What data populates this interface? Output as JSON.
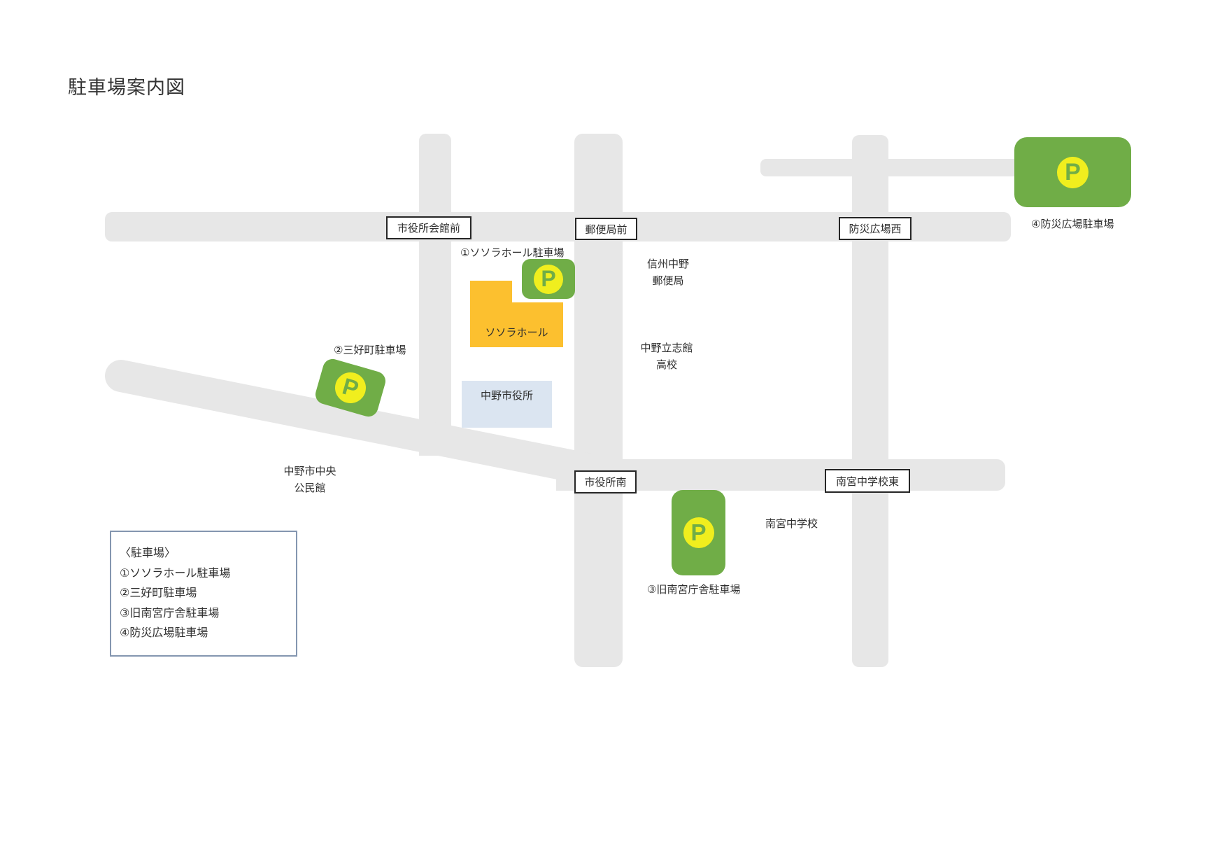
{
  "title": "駐車場案内図",
  "map": {
    "marker_letter": "P",
    "intersections": {
      "shiyakusho_kaikan_mae": "市役所会館前",
      "yubinkyoku_mae": "郵便局前",
      "bosai_hiroba_nishi": "防災広場西",
      "shiyakusho_minami": "市役所南",
      "nangu_chugakko_higashi": "南宮中学校東"
    },
    "parking_labels": {
      "p1": "①ソソラホール駐車場",
      "p2": "②三好町駐車場",
      "p3": "③旧南宮庁舎駐車場",
      "p4": "④防災広場駐車場"
    },
    "places": {
      "sosora_hall": "ソソラホール",
      "city_hall": "中野市役所",
      "post_office_line1": "信州中野",
      "post_office_line2": "郵便局",
      "high_school_line1": "中野立志館",
      "high_school_line2": "高校",
      "community_center_line1": "中野市中央",
      "community_center_line2": "公民館",
      "junior_high_school": "南宮中学校"
    }
  },
  "legend": {
    "title": "〈駐車場〉",
    "items": [
      "①ソソラホール駐車場",
      "②三好町駐車場",
      "③旧南宮庁舎駐車場",
      "④防災広場駐車場"
    ]
  },
  "colors": {
    "road": "#e7e7e7",
    "parking_green": "#70ad47",
    "parking_yellow": "#f0ee1e",
    "building_orange": "#fcc02f",
    "building_blue": "#dbe5f1",
    "legend_border": "#8496b0",
    "label_box_border": "#262626"
  }
}
